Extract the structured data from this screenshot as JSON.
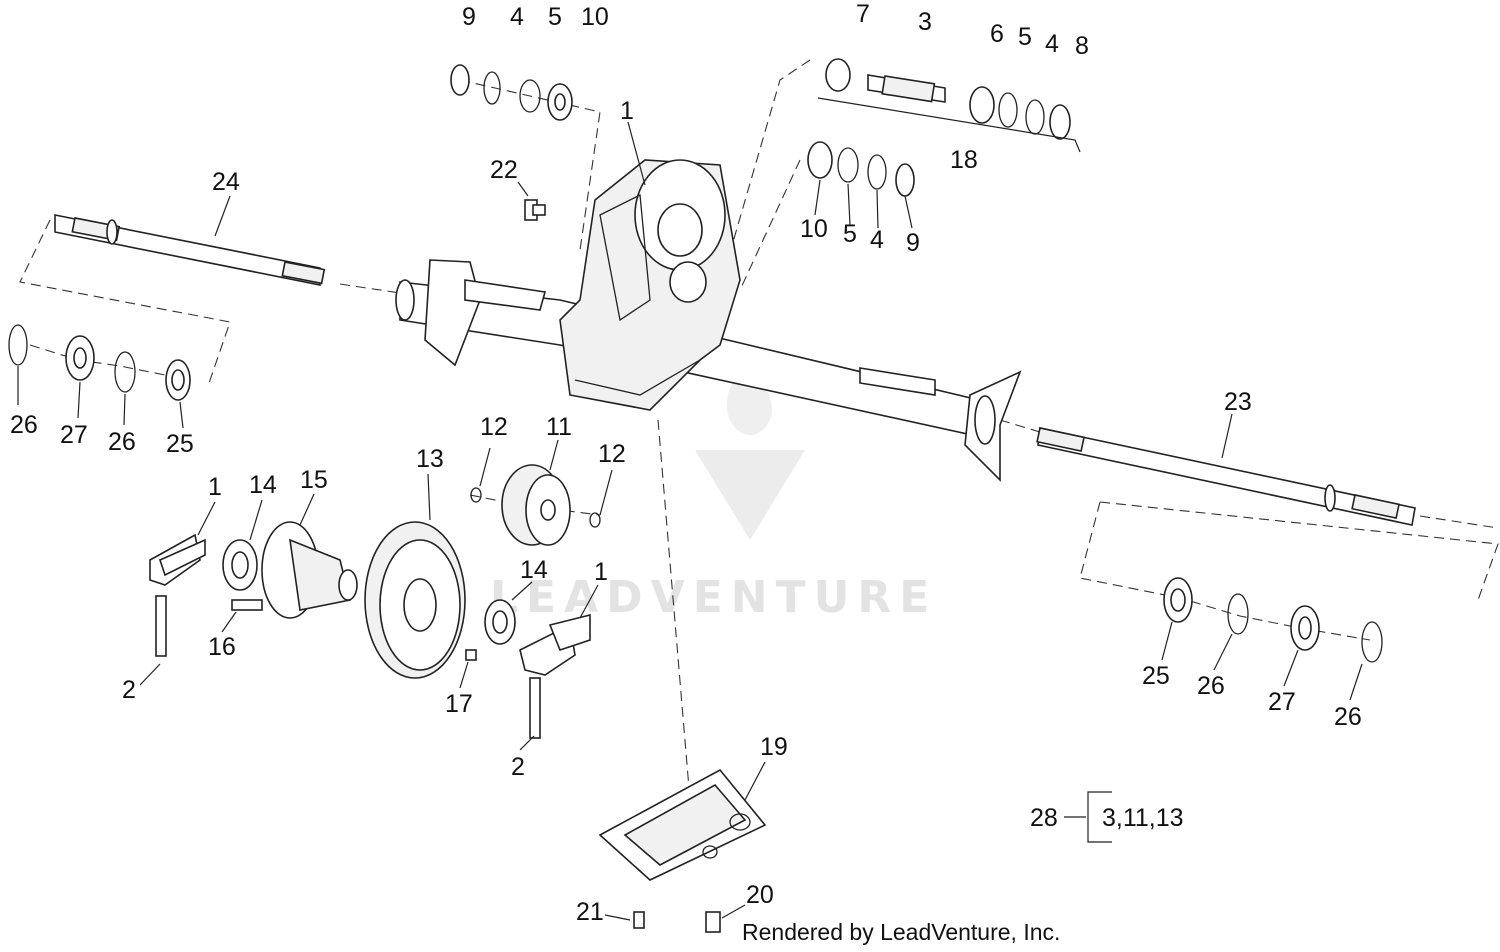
{
  "callouts": [
    {
      "id": "c9a",
      "text": "9"
    },
    {
      "id": "c4a",
      "text": "4"
    },
    {
      "id": "c5a",
      "text": "5"
    },
    {
      "id": "c10a",
      "text": "10"
    },
    {
      "id": "c7",
      "text": "7"
    },
    {
      "id": "c3",
      "text": "3"
    },
    {
      "id": "c6",
      "text": "6"
    },
    {
      "id": "c5b",
      "text": "5"
    },
    {
      "id": "c4b",
      "text": "4"
    },
    {
      "id": "c8",
      "text": "8"
    },
    {
      "id": "c1a",
      "text": "1"
    },
    {
      "id": "c18",
      "text": "18"
    },
    {
      "id": "c22",
      "text": "22"
    },
    {
      "id": "c24",
      "text": "24"
    },
    {
      "id": "c10b",
      "text": "10"
    },
    {
      "id": "c5c",
      "text": "5"
    },
    {
      "id": "c4c",
      "text": "4"
    },
    {
      "id": "c9b",
      "text": "9"
    },
    {
      "id": "c26a",
      "text": "26"
    },
    {
      "id": "c27a",
      "text": "27"
    },
    {
      "id": "c26b",
      "text": "26"
    },
    {
      "id": "c25a",
      "text": "25"
    },
    {
      "id": "c23",
      "text": "23"
    },
    {
      "id": "c12a",
      "text": "12"
    },
    {
      "id": "c11",
      "text": "11"
    },
    {
      "id": "c12b",
      "text": "12"
    },
    {
      "id": "c13",
      "text": "13"
    },
    {
      "id": "c1b",
      "text": "1"
    },
    {
      "id": "c14a",
      "text": "14"
    },
    {
      "id": "c15",
      "text": "15"
    },
    {
      "id": "c14b",
      "text": "14"
    },
    {
      "id": "c1c",
      "text": "1"
    },
    {
      "id": "c16",
      "text": "16"
    },
    {
      "id": "c2a",
      "text": "2"
    },
    {
      "id": "c17",
      "text": "17"
    },
    {
      "id": "c2b",
      "text": "2"
    },
    {
      "id": "c25b",
      "text": "25"
    },
    {
      "id": "c26c",
      "text": "26"
    },
    {
      "id": "c27b",
      "text": "27"
    },
    {
      "id": "c26d",
      "text": "26"
    },
    {
      "id": "c19",
      "text": "19"
    },
    {
      "id": "c20",
      "text": "20"
    },
    {
      "id": "c21",
      "text": "21"
    }
  ],
  "kit": {
    "number": "28",
    "contents": "3,11,13"
  },
  "watermark": "LEADVENTURE",
  "credit": "Rendered by LeadVenture, Inc."
}
